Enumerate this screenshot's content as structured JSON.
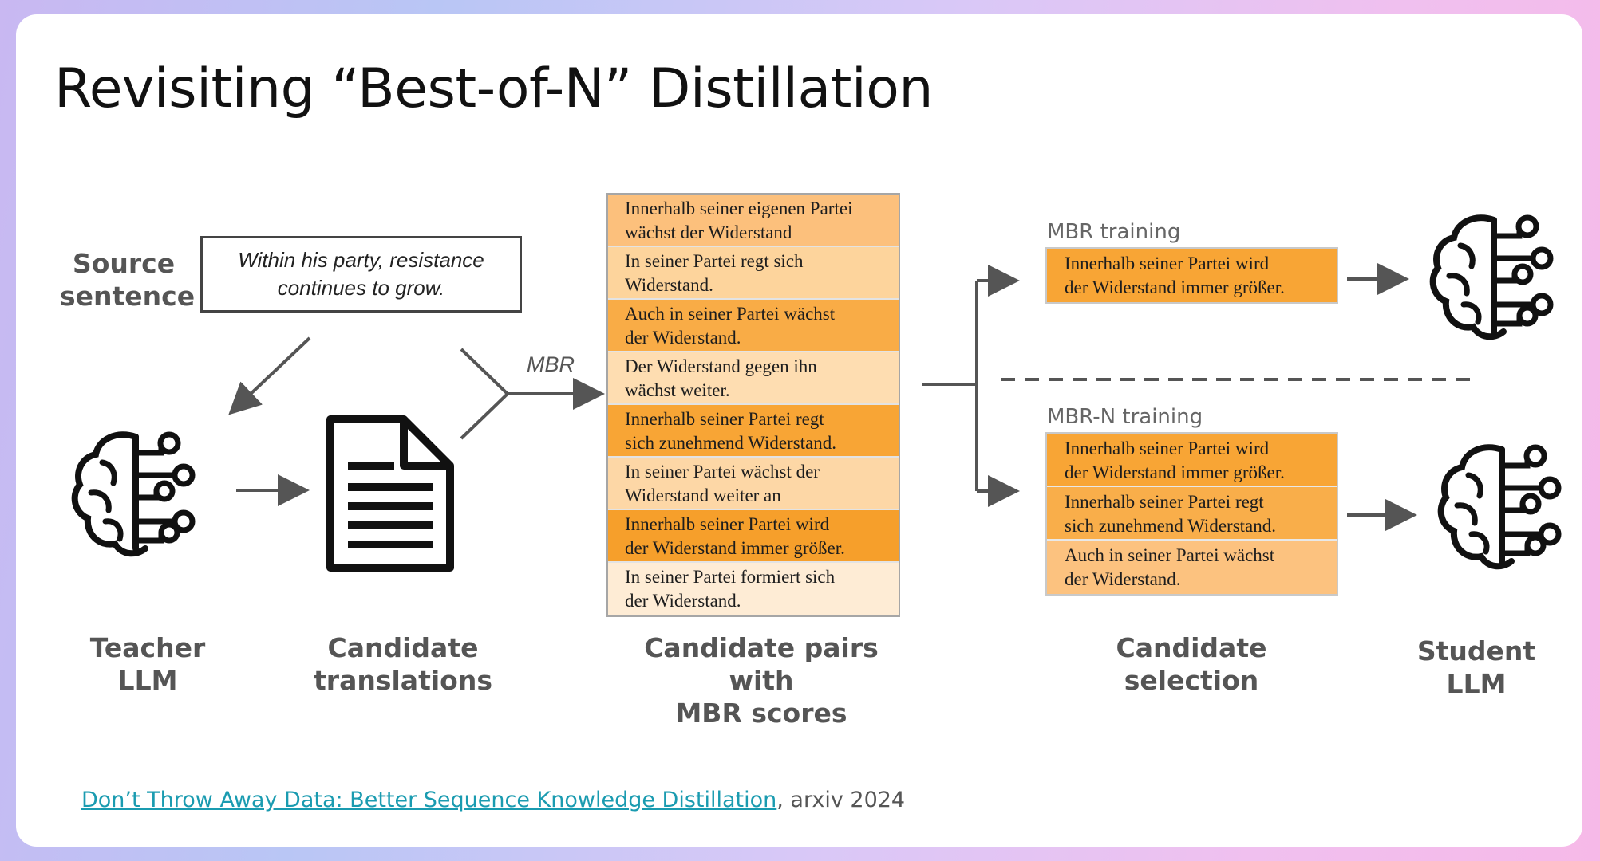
{
  "title": "Revisiting “Best-of-N” Distillation",
  "source": {
    "label_line1": "Source",
    "label_line2": "sentence",
    "text": "Within his party, resistance continues to grow."
  },
  "mbr_label": "MBR",
  "candidates": [
    {
      "line1": "Innerhalb seiner eigenen Partei",
      "line2": "wächst der Widerstand",
      "color": "#fcc07c"
    },
    {
      "line1": "In seiner Partei regt sich",
      "line2": "Widerstand.",
      "color": "#fdd49c"
    },
    {
      "line1": "Auch in seiner Partei wächst",
      "line2": "der Widerstand.",
      "color": "#f9ac46"
    },
    {
      "line1": "Der Widerstand gegen ihn",
      "line2": "wächst weiter.",
      "color": "#feddb1"
    },
    {
      "line1": "Innerhalb seiner Partei regt",
      "line2": "sich zunehmend Widerstand.",
      "color": "#f8a535"
    },
    {
      "line1": "In seiner Partei wächst der",
      "line2": "Widerstand weiter an",
      "color": "#fdd7a6"
    },
    {
      "line1": "Innerhalb seiner Partei wird",
      "line2": "der Widerstand immer größer.",
      "color": "#f69f2b"
    },
    {
      "line1": "In seiner Partei formiert sich",
      "line2": "der Widerstand.",
      "color": "#feecd5"
    }
  ],
  "mbr_training": {
    "heading": "MBR training",
    "items": [
      {
        "line1": "Innerhalb seiner Partei wird",
        "line2": "der Widerstand immer größer.",
        "color": "#f8a535"
      }
    ]
  },
  "mbrn_training": {
    "heading": "MBR-N training",
    "items": [
      {
        "line1": "Innerhalb seiner Partei wird",
        "line2": "der Widerstand immer größer.",
        "color": "#f8a535"
      },
      {
        "line1": "Innerhalb seiner Partei regt",
        "line2": "sich zunehmend Widerstand.",
        "color": "#f9ae4a"
      },
      {
        "line1": "Auch in seiner Partei wächst",
        "line2": "der Widerstand.",
        "color": "#fcc27f"
      }
    ]
  },
  "labels": {
    "teacher_1": "Teacher",
    "teacher_2": "LLM",
    "cand_trans_1": "Candidate",
    "cand_trans_2": "translations",
    "pairs_1": "Candidate pairs with",
    "pairs_2": "MBR scores",
    "selection_1": "Candidate",
    "selection_2": "selection",
    "student_1": "Student",
    "student_2": "LLM"
  },
  "footer": {
    "link_text": "Don’t Throw Away Data: Better Sequence Knowledge Distillation",
    "suffix": ", arxiv 2024"
  },
  "icons": [
    "brain-circuit-icon",
    "document-icon",
    "brain-circuit-icon",
    "brain-circuit-icon"
  ]
}
